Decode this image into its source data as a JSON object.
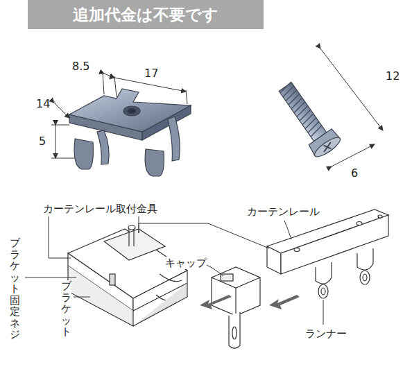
{
  "diagram": {
    "nodes": [
      {
        "text": [
          "追加代金は不要です"
        ]
      }
    ],
    "labels": [
      "8.5",
      "17",
      "14",
      "5",
      "12",
      "6",
      "カーテンレール取付金具",
      "カーテンレール",
      "キャップ",
      "ブラケット固定ネジ",
      "ブラケット",
      "ランナー"
    ]
  }
}
